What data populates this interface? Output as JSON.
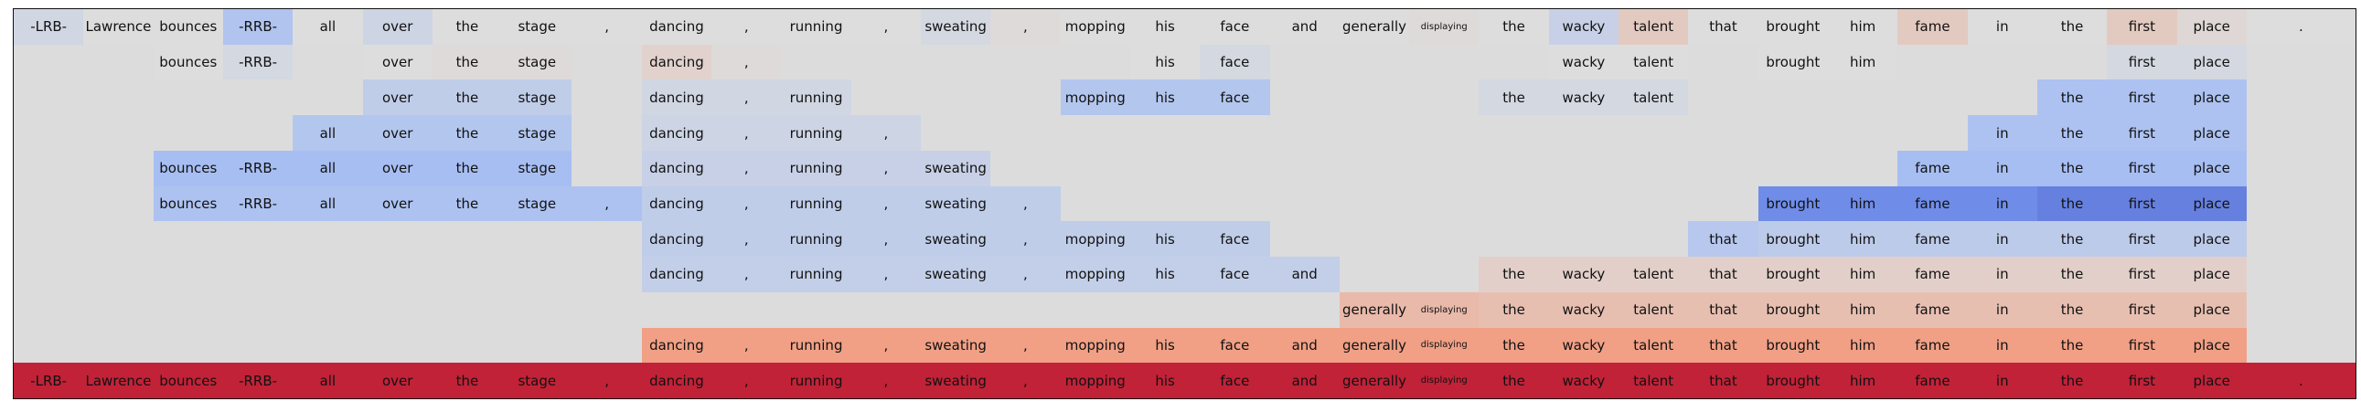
{
  "chart_data": {
    "type": "heatmap",
    "title": "",
    "xlabel": "",
    "ylabel": "",
    "colormap": "coolwarm",
    "value_range": [
      -1,
      1
    ],
    "empty_cell_color": "#dcdcdc",
    "small_tokens": [
      "displaying"
    ],
    "tokens": [
      "-LRB-",
      "Lawrence",
      "bounces",
      "-RRB-",
      "all",
      "over",
      "the",
      "stage",
      ",",
      "dancing",
      ",",
      "running",
      ",",
      "sweating",
      ",",
      "mopping",
      "his",
      "face",
      "and",
      "generally",
      "displaying",
      "the",
      "wacky",
      "talent",
      "that",
      "brought",
      "him",
      "fame",
      "in",
      "the",
      "first",
      "place",
      "."
    ],
    "rows": [
      {
        "start": 0,
        "values": [
          -0.08,
          0.0,
          0.0,
          -0.28,
          0.0,
          -0.1,
          0.0,
          0.0,
          0.0,
          0.0,
          0.0,
          0.0,
          0.0,
          -0.06,
          0.02,
          0.0,
          0.0,
          0.0,
          0.0,
          0.0,
          0.02,
          0.0,
          -0.14,
          0.14,
          0.0,
          0.0,
          0.0,
          0.14,
          0.0,
          0.0,
          0.14,
          0.04,
          0.0
        ]
      },
      {
        "start": 2,
        "values": [
          0.0,
          -0.06,
          null,
          0.0,
          0.02,
          0.02,
          null,
          0.08,
          0.02,
          null,
          null,
          null,
          null,
          null,
          0.0,
          -0.06,
          null,
          null,
          null,
          null,
          0.0,
          0.0,
          null,
          0.0,
          0.0,
          null,
          null,
          null,
          -0.06,
          -0.06
        ]
      },
      {
        "start": 5,
        "values": [
          -0.18,
          -0.18,
          -0.18,
          null,
          -0.08,
          -0.08,
          -0.08,
          null,
          null,
          null,
          -0.26,
          -0.26,
          -0.26,
          null,
          null,
          null,
          -0.06,
          -0.06,
          -0.06,
          null,
          null,
          null,
          null,
          null,
          -0.3,
          -0.3,
          -0.3
        ]
      },
      {
        "start": 4,
        "values": [
          -0.26,
          -0.26,
          -0.26,
          -0.26,
          null,
          -0.1,
          -0.1,
          -0.1,
          -0.1,
          null,
          null,
          null,
          null,
          null,
          null,
          null,
          null,
          null,
          null,
          null,
          null,
          null,
          null,
          null,
          -0.3,
          -0.3,
          -0.3,
          -0.3
        ]
      },
      {
        "start": 2,
        "values": [
          -0.34,
          -0.34,
          -0.34,
          -0.34,
          -0.34,
          -0.34,
          null,
          -0.14,
          -0.14,
          -0.14,
          -0.14,
          -0.14,
          null,
          null,
          null,
          null,
          null,
          null,
          null,
          null,
          null,
          null,
          null,
          null,
          null,
          -0.34,
          -0.34,
          -0.34,
          -0.34,
          -0.34
        ]
      },
      {
        "start": 2,
        "values": [
          -0.3,
          -0.3,
          -0.3,
          -0.3,
          -0.3,
          -0.3,
          -0.3,
          -0.18,
          -0.18,
          -0.18,
          -0.18,
          -0.18,
          -0.18,
          null,
          null,
          null,
          null,
          null,
          null,
          null,
          null,
          null,
          null,
          -0.68,
          -0.68,
          -0.68,
          -0.68,
          -0.74,
          -0.74,
          -0.74
        ]
      },
      {
        "start": 9,
        "values": [
          -0.18,
          -0.18,
          -0.18,
          -0.18,
          -0.18,
          -0.18,
          -0.18,
          -0.18,
          -0.18,
          null,
          null,
          null,
          null,
          null,
          null,
          -0.24,
          -0.2,
          -0.2,
          -0.2,
          -0.2,
          -0.2,
          -0.2,
          -0.2
        ]
      },
      {
        "start": 9,
        "values": [
          -0.16,
          -0.16,
          -0.16,
          -0.16,
          -0.16,
          -0.16,
          -0.16,
          -0.16,
          -0.16,
          -0.16,
          null,
          null,
          0.1,
          0.1,
          0.1,
          0.1,
          0.1,
          0.1,
          0.1,
          0.1,
          0.1,
          0.1,
          0.1
        ]
      },
      {
        "start": 19,
        "values": [
          0.26,
          0.26,
          0.22,
          0.22,
          0.22,
          0.22,
          0.22,
          0.22,
          0.22,
          0.22,
          0.22,
          0.22,
          0.22
        ]
      },
      {
        "start": 9,
        "values": [
          0.44,
          0.44,
          0.44,
          0.44,
          0.44,
          0.44,
          0.44,
          0.44,
          0.44,
          0.44,
          0.44,
          0.44,
          0.44,
          0.44,
          0.44,
          0.44,
          0.44,
          0.44,
          0.44,
          0.44,
          0.44,
          0.44,
          0.44
        ]
      },
      {
        "start": 0,
        "values": [
          0.9,
          0.9,
          0.9,
          0.9,
          0.9,
          0.9,
          0.9,
          0.9,
          0.9,
          0.9,
          0.9,
          0.9,
          0.9,
          0.9,
          0.9,
          0.9,
          0.9,
          0.9,
          0.9,
          0.9,
          0.9,
          0.9,
          0.9,
          0.9,
          0.9,
          0.9,
          0.9,
          0.9,
          0.9,
          0.9,
          0.9,
          0.9,
          0.9
        ]
      }
    ]
  }
}
